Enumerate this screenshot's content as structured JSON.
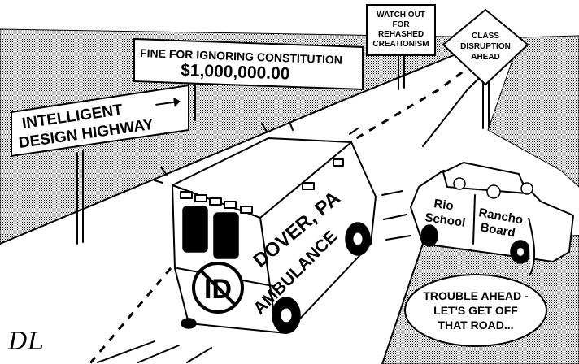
{
  "signs": {
    "intelligent_design": {
      "line1": "INTELLIGENT",
      "line2": "DESIGN HIGHWAY",
      "arrow": "right-arrow-icon"
    },
    "fine": {
      "line1": "FINE FOR IGNORING CONSTITUTION",
      "line2": "$1,000,000.00"
    },
    "watch_out": {
      "line1": "WATCH OUT",
      "line2": "FOR",
      "line3": "REHASHED",
      "line4": "CREATIONISM"
    },
    "class_disruption": {
      "line1": "CLASS",
      "line2": "DISRUPTION",
      "line3": "AHEAD"
    }
  },
  "ambulance": {
    "roof_text": "DOVER, PA",
    "side_text": "AMBULANCE",
    "back_symbol": "ID",
    "back_symbol_icon": "no-id-prohibition-icon"
  },
  "car": {
    "door1_line1": "Rio",
    "door1_line2": "School",
    "door2_line1": "Rancho",
    "door2_line2": "Board"
  },
  "speech_bubble": {
    "line1": "TROUBLE AHEAD -",
    "line2": "LET'S GET OFF",
    "line3": "THAT ROAD..."
  },
  "signature": "DL",
  "colors": {
    "ink": "#000000",
    "paper": "#ffffff",
    "shade": "#bdbdbd"
  }
}
